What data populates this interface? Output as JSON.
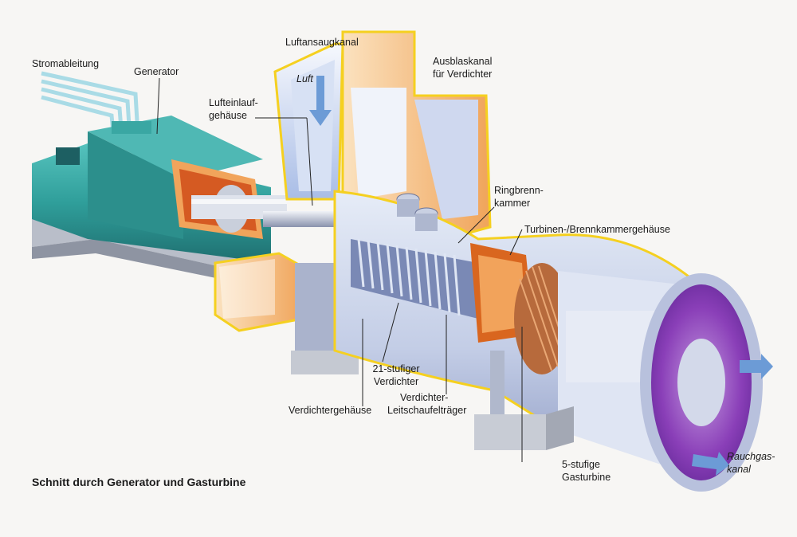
{
  "caption": "Schnitt durch Generator und Gasturbine",
  "labels": {
    "stromableitung": "Stromableitung",
    "generator": "Generator",
    "luftansaugkanal": "Luftansaugkanal",
    "luft": "Luft",
    "ausblaskanal_1": "Ausblaskanal",
    "ausblaskanal_2": "für Verdichter",
    "lufteinlauf_1": "Lufteinlauf-",
    "lufteinlauf_2": "gehäuse",
    "ringbrenn_1": "Ringbrenn-",
    "ringbrenn_2": "kammer",
    "turbinengehaeuse": "Turbinen-/Brennkammergehäuse",
    "verdichter21_1": "21-stufiger",
    "verdichter21_2": "Verdichter",
    "leitschaufel_1": "Verdichter-",
    "leitschaufel_2": "Leitschaufelträger",
    "verdichtergehaeuse": "Verdichtergehäuse",
    "gasturbine_1": "5-stufige",
    "gasturbine_2": "Gasturbine",
    "rauchgas_1": "Rauchgas-",
    "rauchgas_2": "kanal"
  },
  "colors": {
    "generator": "#2f9e9a",
    "casing": "#c8d2ea",
    "casing_dark": "#8f9cc4",
    "duct": "#f2a860",
    "duct_edge": "#f5d020",
    "exhaust_inner": "#8a3fb8",
    "flame": "#d9661f",
    "air_arrow": "#6c9bd6"
  }
}
